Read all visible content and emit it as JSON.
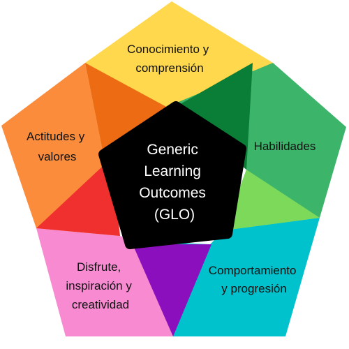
{
  "center": {
    "lines": [
      "Generic",
      "Learning",
      "Outcomes",
      "(GLO)"
    ],
    "color": "#000000",
    "text_color": "#ffffff"
  },
  "segments": [
    {
      "id": "knowledge",
      "lines": [
        "Conocimiento y",
        "comprensión"
      ],
      "color": "#FFD84D",
      "accent": "#ED6B12"
    },
    {
      "id": "skills",
      "lines": [
        "Habilidades"
      ],
      "color": "#3CB56B",
      "accent": "#0A7E36"
    },
    {
      "id": "behaviour",
      "lines": [
        "Comportamiento",
        "y progresión"
      ],
      "color": "#00C2CC",
      "accent": "#7DD95A"
    },
    {
      "id": "enjoyment",
      "lines": [
        "Disfrute,",
        "inspiración y",
        "creatividad"
      ],
      "color": "#F78AD0",
      "accent": "#8B0FBD"
    },
    {
      "id": "attitudes",
      "lines": [
        "Actitudes y",
        "valores"
      ],
      "color": "#FB8C3C",
      "accent": "#F02F2F"
    }
  ]
}
